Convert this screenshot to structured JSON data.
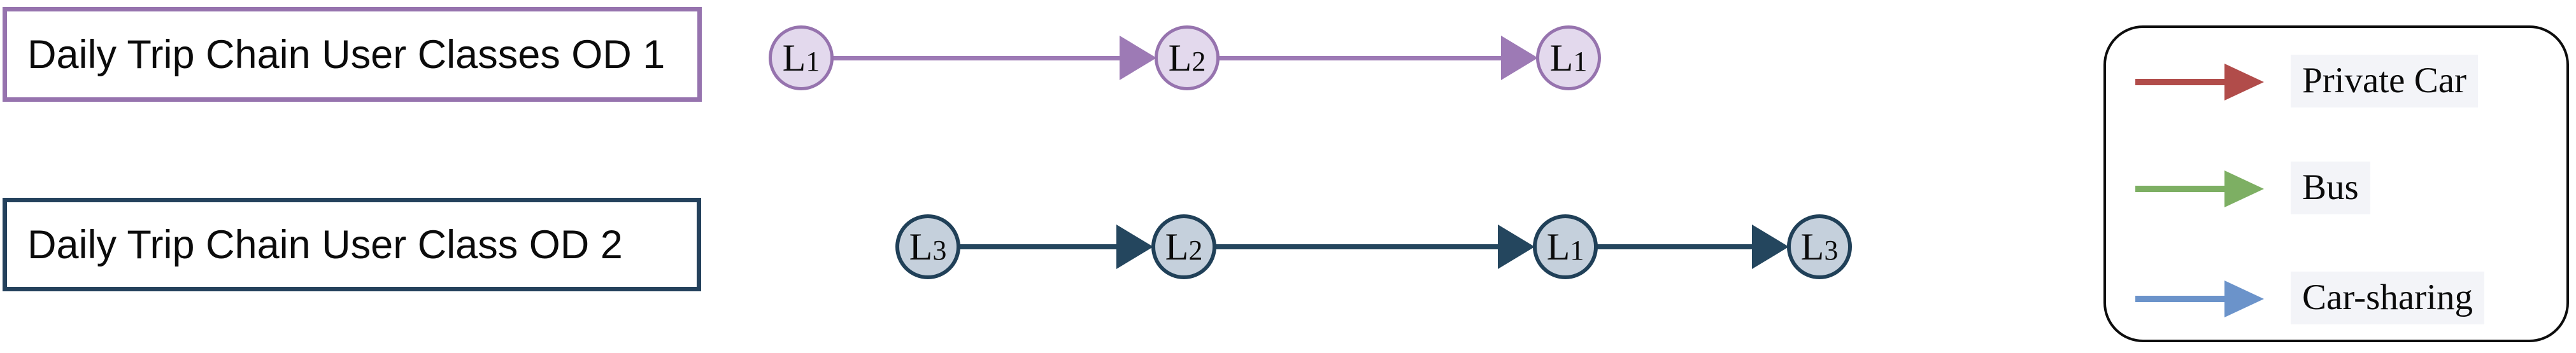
{
  "rows": [
    {
      "title": "Daily Trip Chain User Classes OD 1",
      "box_border_color": "#9673ae",
      "node_fill": "#e3d9ed",
      "node_border": "#9673ae",
      "arrow_color": "#9d7ab5",
      "nodes": [
        {
          "label_base": "L",
          "label_index": "1"
        },
        {
          "label_base": "L",
          "label_index": "2"
        },
        {
          "label_base": "L",
          "label_index": "1"
        }
      ]
    },
    {
      "title": "Daily Trip Chain User Class OD 2",
      "box_border_color": "#24415c",
      "node_fill": "#c5d0dc",
      "node_border": "#204058",
      "arrow_color": "#24465e",
      "nodes": [
        {
          "label_base": "L",
          "label_index": "3"
        },
        {
          "label_base": "L",
          "label_index": "2"
        },
        {
          "label_base": "L",
          "label_index": "1"
        },
        {
          "label_base": "L",
          "label_index": "3"
        }
      ]
    }
  ],
  "legend": {
    "items": [
      {
        "label": "Private Car",
        "color": "#b14c4a"
      },
      {
        "label": "Bus",
        "color": "#7daf63"
      },
      {
        "label": "Car-sharing",
        "color": "#6b93ca"
      }
    ]
  }
}
